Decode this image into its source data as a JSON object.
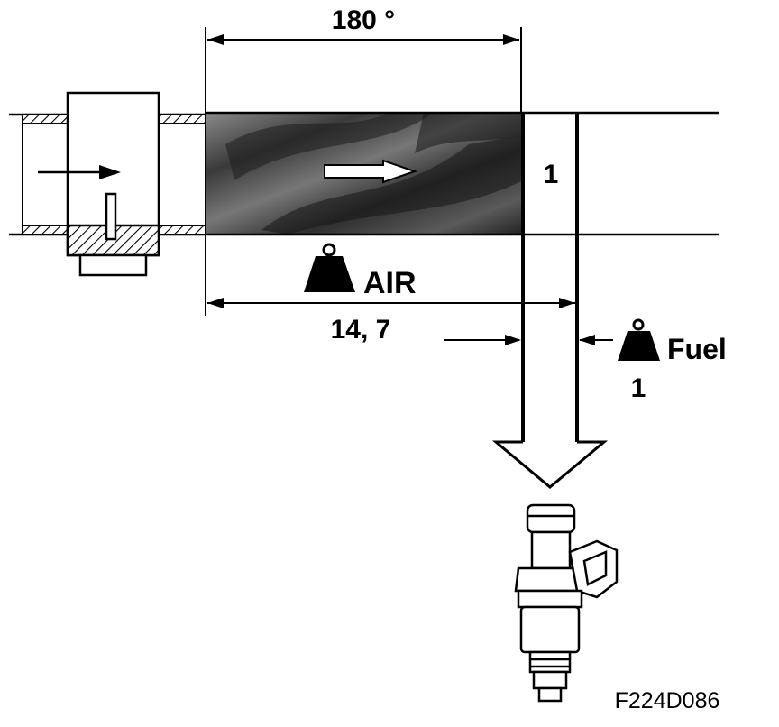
{
  "labels": {
    "angle": "180 °",
    "section_number": "1",
    "air": "AIR",
    "ratio": "14, 7",
    "fuel": "Fuel",
    "fuel_ratio": "1",
    "figure_code": "F224D086"
  },
  "icons": {
    "air_weight": "weight-icon",
    "fuel_weight": "weight-icon",
    "injector": "fuel-injector-icon"
  },
  "colors": {
    "ink": "#000000",
    "paper": "#ffffff",
    "shading_dark": "#2a2a2a",
    "shading_mid": "#6e6e6e"
  }
}
